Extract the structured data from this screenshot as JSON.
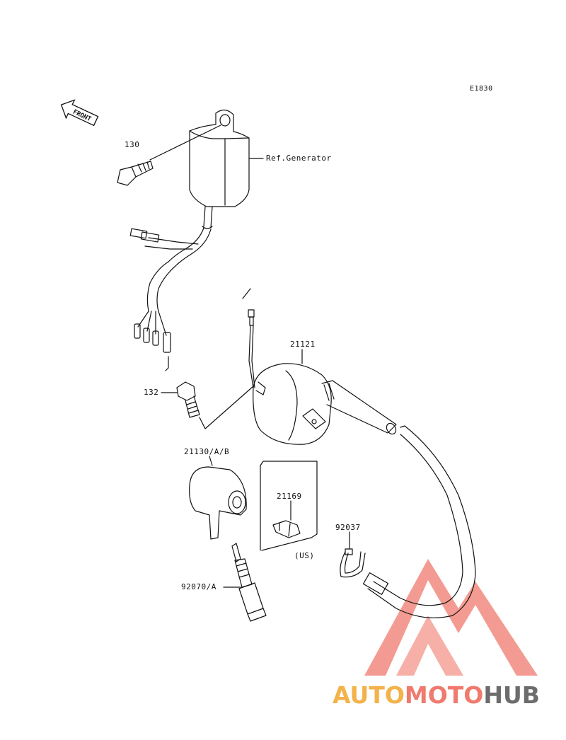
{
  "diagram": {
    "code": "E1830",
    "front_label": "FRONT",
    "labels": {
      "p130": "130",
      "ref_generator": "Ref.Generator",
      "p21121": "21121",
      "p132": "132",
      "p21130": "21130/A/B",
      "p21169": "21169",
      "us_note": "(US)",
      "p92037": "92037",
      "p92070": "92070/A"
    }
  },
  "watermark": {
    "brand_part1": "AUTO",
    "brand_part2": "MOTO",
    "brand_part3": "HUB",
    "colors": {
      "auto": "#f3b24a",
      "moto": "#f07a6e",
      "hub": "#6c6c6c",
      "logo": "#f07a6e"
    }
  }
}
